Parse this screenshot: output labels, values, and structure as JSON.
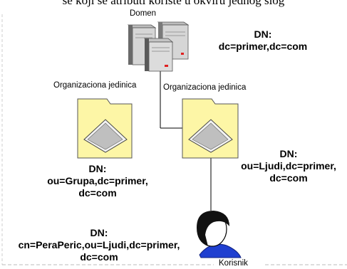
{
  "header_text": "se koji se atributi koriste u okviru jednog slog",
  "domain": {
    "label": "Domen",
    "dn_title": "DN:",
    "dn_value": "dc=primer,dc=com"
  },
  "ou_left": {
    "label": "Organizaciona jedinica",
    "dn_title": "DN:",
    "dn_line1": "ou=Grupa,dc=primer,",
    "dn_line2": "dc=com"
  },
  "ou_right": {
    "label": "Organizaciona jedinica",
    "dn_title": "DN:",
    "dn_line1": "ou=Ljudi,dc=primer,",
    "dn_line2": "dc=com"
  },
  "user": {
    "label": "Korisnik",
    "dn_title": "DN:",
    "dn_line1": "cn=PeraPeric,ou=Ljudi,dc=primer,",
    "dn_line2": "dc=com"
  },
  "colors": {
    "folder_fill": "#fdf6a6",
    "folder_stroke": "#555555",
    "server_dark": "#5a5a5a",
    "server_light": "#d9d9d9",
    "led": "#e02020",
    "dashed": "#bbbbbb"
  }
}
